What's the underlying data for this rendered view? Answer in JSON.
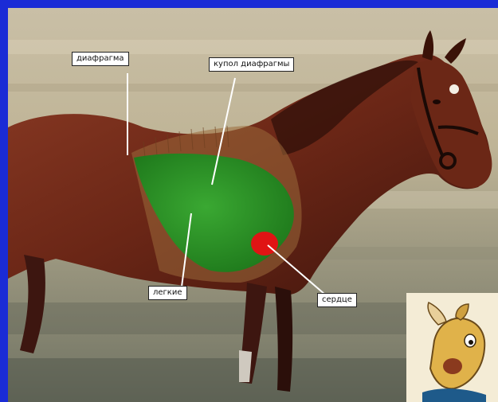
{
  "labels": {
    "diaphragm": "диафрагма",
    "diaphragm_dome": "купол диафрагмы",
    "lungs": "легкие",
    "heart": "сердце"
  },
  "colors": {
    "frame": "#1a2bd6",
    "lungs": "#2f9a2a",
    "heart": "#e01414",
    "horse_coat": "#6a2a1c",
    "label_background": "#ffffff"
  },
  "images": {
    "main_photo": "horse-anatomy-photo",
    "inset": "cartoon-horse-head"
  }
}
